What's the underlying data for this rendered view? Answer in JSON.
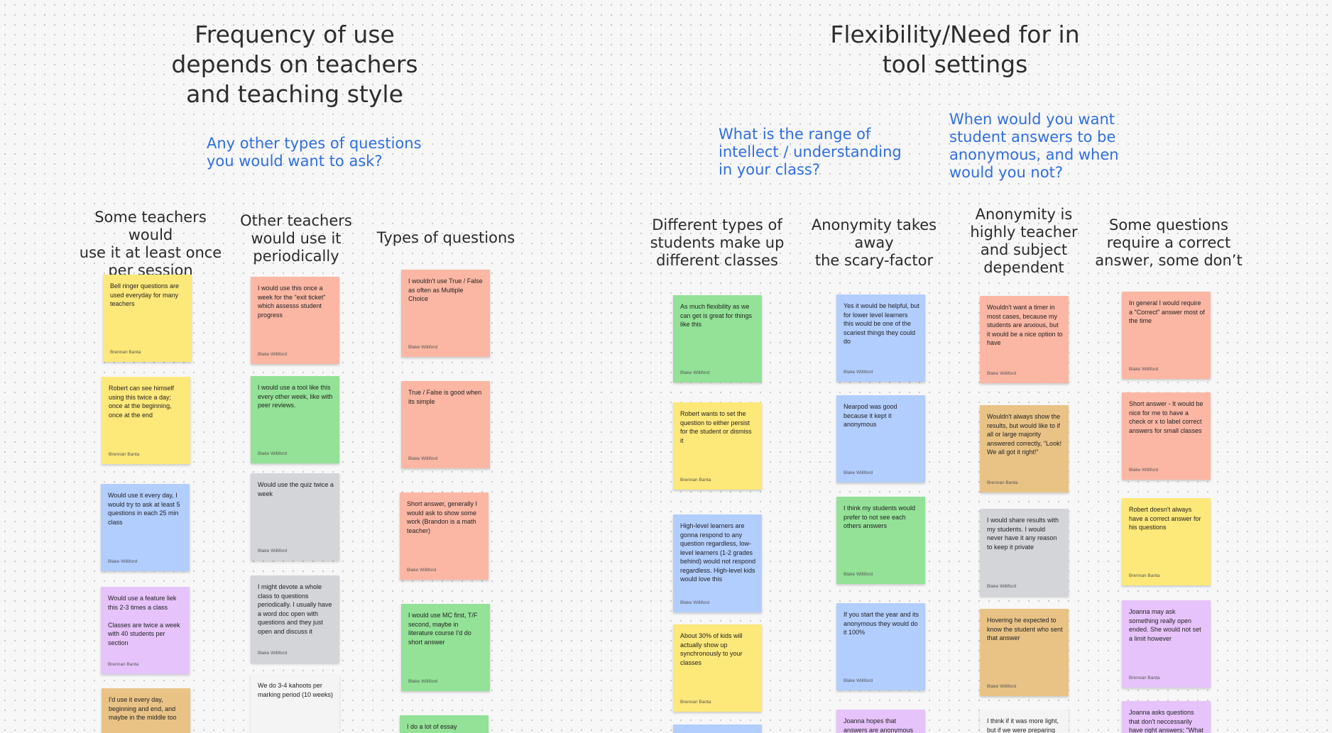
{
  "headings": {
    "frequency": "Frequency of use\ndepends on teachers\nand teaching style",
    "flexibility": "Flexibility/Need for in\ntool settings"
  },
  "questions": {
    "other_types": "Any other types of questions\nyou would want to ask?",
    "range": "What is the range of\nintellect / understanding\nin your class?",
    "anonymous": "When would you want\nstudent answers to be\nanonymous, and when\nwould you not?"
  },
  "columns": [
    {
      "title": "Some teachers would\nuse it at least once\nper session",
      "notes": [
        {
          "text": "Bell ringer questions are used everyday for many teachers",
          "author": "Brennan Banta",
          "color": "yellow"
        },
        {
          "text": "Robert can see himself using this twice a day; once at the beginning, once at the end",
          "author": "Brennan Banta",
          "color": "yellow"
        },
        {
          "text": "Would use it every day, I would try to ask at least 5 questions in each 25 min class",
          "author": "Blake Williford",
          "color": "blue"
        },
        {
          "text": "Would use a feature liek this 2-3 times a class\n\nClasses are twice a week with 40 students per section",
          "author": "Brennan Banta",
          "color": "purple"
        },
        {
          "text": "I'd use it every day, beginning and end, and maybe in the middle too",
          "author": "",
          "color": "orange"
        }
      ]
    },
    {
      "title": "Other teachers\nwould use it\nperiodically",
      "notes": [
        {
          "text": "I would use this once a week for the \"exit ticket\" which assesss student progress",
          "author": "Blake Williford",
          "color": "salmon"
        },
        {
          "text": "I would use a tool like this every other week, like with peer reviews.",
          "author": "Blake Williford",
          "color": "green"
        },
        {
          "text": "Would use the quiz twice a week",
          "author": "Blake Williford",
          "color": "gray"
        },
        {
          "text": "I might devote a whole class to questions periodically. I usually have a word doc open with questions and they just open and discuss it",
          "author": "Blake Williford",
          "color": "gray"
        },
        {
          "text": "We do 3-4 kahoots per marking period (10 weeks)",
          "author": "",
          "color": "white"
        }
      ]
    },
    {
      "title": "Types of questions",
      "notes": [
        {
          "text": "I wouldn't use True / False as often as Multiple Choice",
          "author": "Blake Williford",
          "color": "salmon"
        },
        {
          "text": "True / False is good when its simple",
          "author": "Blake Williford",
          "color": "salmon"
        },
        {
          "text": "Short answer, generally I would ask to show some work (Brandon is a math teacher)",
          "author": "Blake Williford",
          "color": "salmon"
        },
        {
          "text": "I would use MC first, T/F second, maybe in literature course I'd do short answer",
          "author": "Blake Williford",
          "color": "green"
        },
        {
          "text": "I do a lot of essay",
          "author": "",
          "color": "green"
        }
      ]
    },
    {
      "title": "Different types of\nstudents make up\ndifferent classes",
      "notes": [
        {
          "text": "As much flexibility as we can get is great for things like this",
          "author": "Blake Williford",
          "color": "green"
        },
        {
          "text": "Robert wants to set the question to either persist for the student or dismiss it",
          "author": "Brennan Banta",
          "color": "yellow"
        },
        {
          "text": "High-level learners are gonna respond to any question regardless, low-level learners (1-2 grades behind) would not respond regardless. High-level kids would love this",
          "author": "Blake Williford",
          "color": "blue"
        },
        {
          "text": "About 30% of kids will actually show up synchronously to your classes",
          "author": "Brennan Banta",
          "color": "yellow"
        },
        {
          "text": "",
          "author": "",
          "color": "blue"
        }
      ]
    },
    {
      "title": "Anonymity takes away\nthe scary-factor",
      "notes": [
        {
          "text": "Yes it would be helpful, but for lower level learners this would be one of the scariest things they could do",
          "author": "Blake Williford",
          "color": "blue"
        },
        {
          "text": "Nearpod was good because it kept it anonymous",
          "author": "Blake Williford",
          "color": "blue"
        },
        {
          "text": "I think my students would prefer to not see each others answers",
          "author": "Blake Williford",
          "color": "green"
        },
        {
          "text": "If you start the year and its anonymous they would do it 100%",
          "author": "Blake Williford",
          "color": "blue"
        },
        {
          "text": "Joanna hopes that answers are anonymous",
          "author": "",
          "color": "purple"
        }
      ]
    },
    {
      "title": "Anonymity is\nhighly teacher\nand subject\ndependent",
      "notes": [
        {
          "text": "Wouldn't want a timer in most cases, because my students are anxious, but it would be a nice option to have",
          "author": "Blake Williford",
          "color": "salmon"
        },
        {
          "text": "Wouldn't always show the results, but would like to if all or large majority answered correctly, \"Look! We all got it right!\"",
          "author": "Brennan Banta",
          "color": "orange"
        },
        {
          "text": "I would share results with my students. I would never have it any reason to keep it private",
          "author": "Blake Williford",
          "color": "gray"
        },
        {
          "text": "Hovering he expected to know the student who sent that answer",
          "author": "Blake Williford",
          "color": "orange"
        },
        {
          "text": "I think if it was more light, but if we were preparing",
          "author": "",
          "color": "white"
        }
      ]
    },
    {
      "title": "Some questions\nrequire a correct\nanswer, some don’t",
      "notes": [
        {
          "text": "In general I would require a \"Correct\" answer most of the time",
          "author": "Blake Williford",
          "color": "salmon"
        },
        {
          "text": "Short answer -  It would be nice for me to have a check or x to label correct answers for small classes",
          "author": "Blake Williford",
          "color": "salmon"
        },
        {
          "text": "Robert doesn't always have a correct answer for his questions",
          "author": "Brennan Banta",
          "color": "yellow"
        },
        {
          "text": "Joanna may ask something really open ended. She would not set a limit however",
          "author": "Brennan Banta",
          "color": "purple"
        },
        {
          "text": "Joanna asks questions that don't neccessarily have right answers; \"What",
          "author": "",
          "color": "purple"
        }
      ]
    }
  ]
}
